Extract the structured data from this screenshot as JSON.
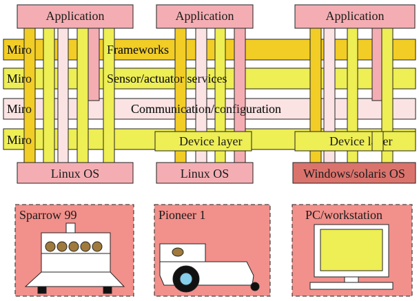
{
  "applications": [
    "Application",
    "Application",
    "Application"
  ],
  "layers": {
    "frameworks": {
      "prefix": "Miro",
      "label": "Frameworks"
    },
    "services": {
      "prefix": "Miro",
      "label": "Sensor/actuator services"
    },
    "communication": {
      "prefix": "Miro",
      "label": "Communication/configuration"
    },
    "device": {
      "prefix": "Miro",
      "labels": [
        "Device layer",
        "Device layer"
      ]
    }
  },
  "operating_systems": [
    "Linux OS",
    "Linux OS",
    "Windows/solaris OS"
  ],
  "hardware": [
    "Sparrow 99",
    "Pioneer 1",
    "PC/workstation"
  ],
  "colors": {
    "application": "#f4aeb3",
    "frameworks": "#f2cd26",
    "services": "#eeee55",
    "communication": "#fbe3e3",
    "device": "#eeee55",
    "os": "#f4aeb3",
    "os_windows": "#db736d",
    "hardware_box": "#f2908b",
    "robot_body": "#ffffff",
    "robot_sensor": "#a07a3c",
    "wheel_hub": "#87ceeb",
    "screen": "#eeee55"
  }
}
